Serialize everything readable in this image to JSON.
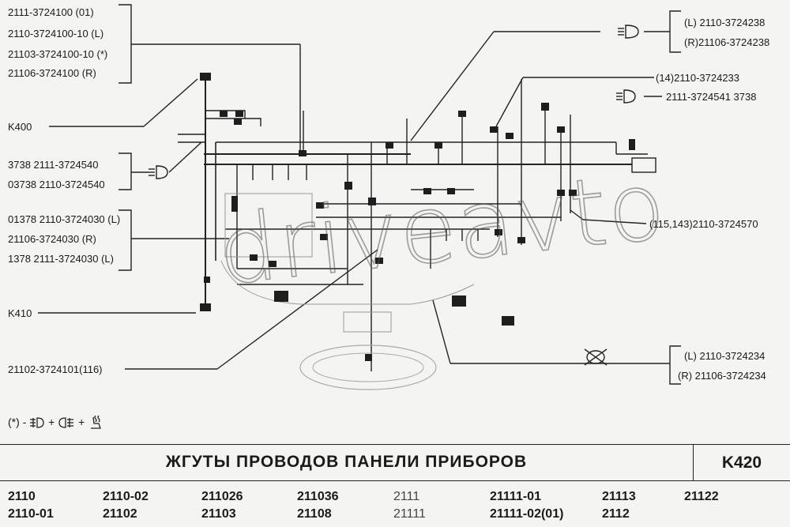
{
  "callouts": {
    "tl_1": "2111-3724100      (01)",
    "tl_2": "2110-3724100-10  (L)",
    "tl_3": "21103-3724100-10 (*)",
    "tl_4": "21106-3724100      (R)",
    "k400": "K400",
    "ml_1": "3738    2111-3724540",
    "ml_2": "03738  2110-3724540",
    "ll_1": "01378 2110-3724030 (L)",
    "ll_2": "21106-3724030         (R)",
    "ll_3": "1378 2111-3724030   (L)",
    "k410": "K410",
    "bl_1": "21102-3724101(116)",
    "tr_1": "(L)  2110-3724238",
    "tr_2": "(R)21106-3724238",
    "r_1": "(14)2110-3724233",
    "r_2": "2111-3724541  3738",
    "r_3": "(115,143)2110-3724570",
    "br_1": "(L)   2110-3724234",
    "br_2": "(R) 21106-3724234"
  },
  "watermark": "driveavto",
  "note": {
    "prefix": "(*) -",
    "plus1": "+",
    "plus2": "+"
  },
  "banner": {
    "title": "ЖГУТЫ  ПРОВОДОВ  ПАНЕЛИ  ПРИБОРОВ",
    "code": "K420"
  },
  "models": {
    "r1": [
      "2110",
      "2110-02",
      "211026",
      "211036",
      "2111",
      "21111-01",
      "21113",
      "21122"
    ],
    "r2": [
      "2110-01",
      "21102",
      "21103",
      "21108",
      "21111",
      "21111-02(01)",
      "2112"
    ]
  }
}
